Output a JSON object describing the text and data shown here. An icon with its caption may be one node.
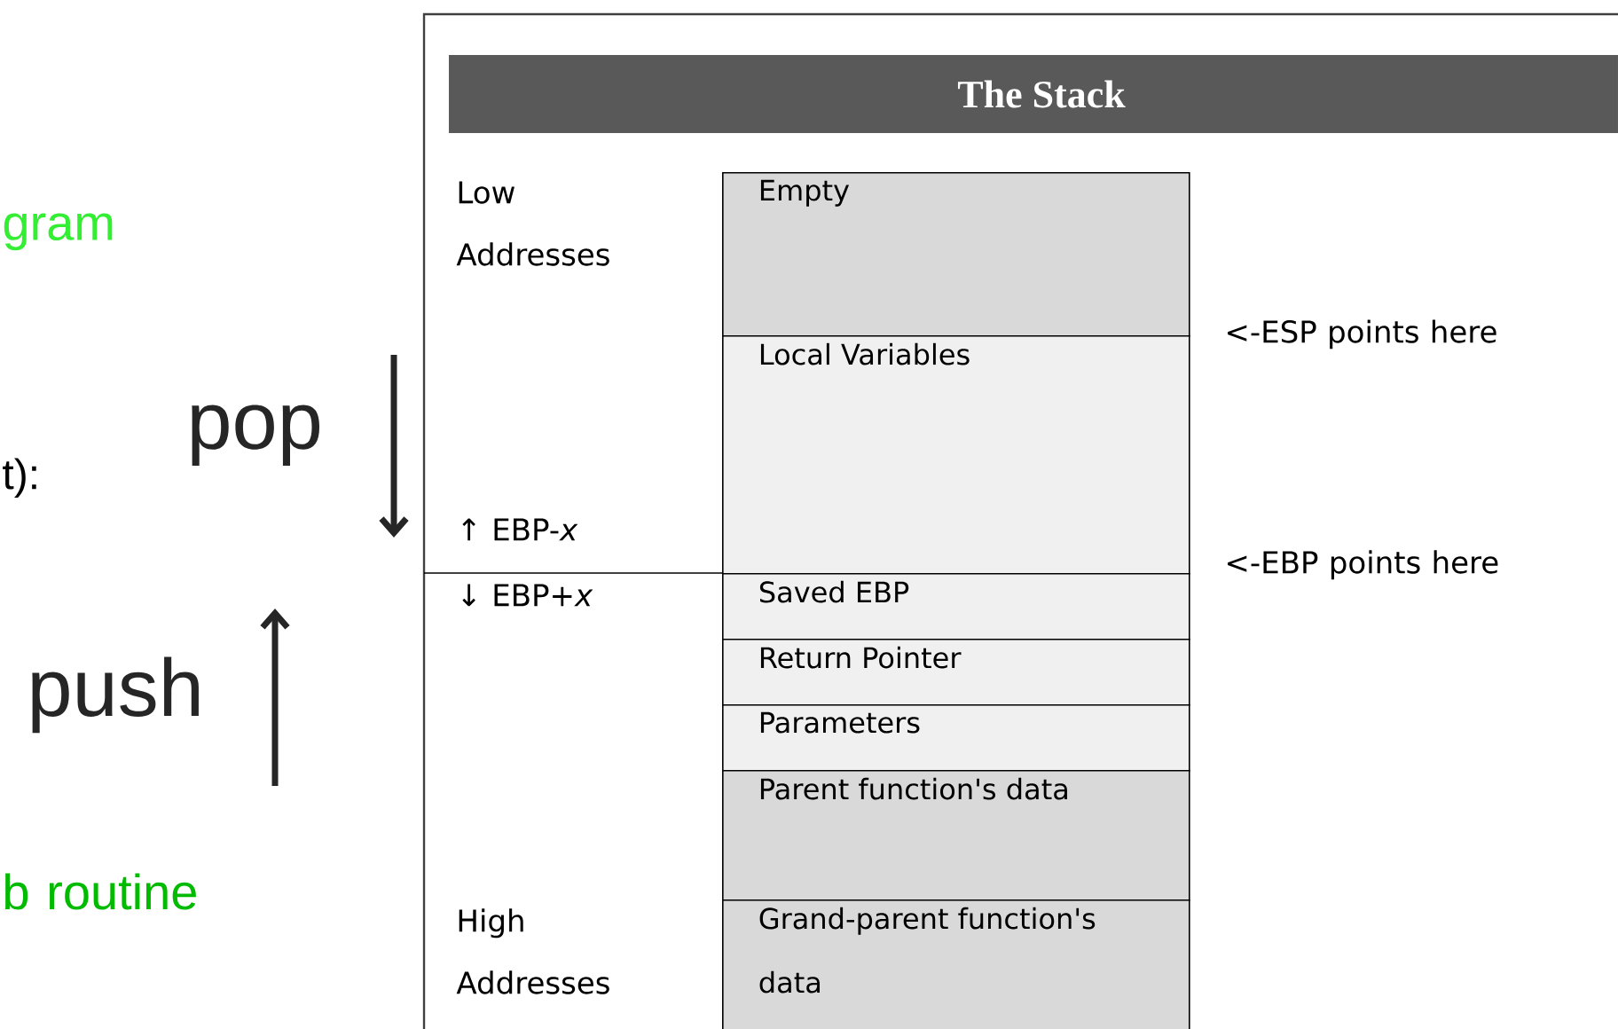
{
  "diagram": {
    "title": "The Stack",
    "nodes": [
      {
        "text": [
          "Empty"
        ]
      },
      {
        "text": [
          "Local Variables"
        ]
      },
      {
        "text": [
          "Saved EBP"
        ]
      },
      {
        "text": [
          "Return Pointer"
        ]
      },
      {
        "text": [
          "Parameters"
        ]
      },
      {
        "text": [
          "Parent function's data"
        ]
      },
      {
        "text": [
          "Grand-parent function's data"
        ]
      }
    ],
    "labels": [
      "gram",
      "t):",
      "pop",
      "push",
      "b routine",
      "Low Addresses",
      "<-ESP points here",
      "↑ EBP-*x*",
      "<-EBP points here",
      "↓ EBP+*x*",
      "High Addresses"
    ]
  }
}
